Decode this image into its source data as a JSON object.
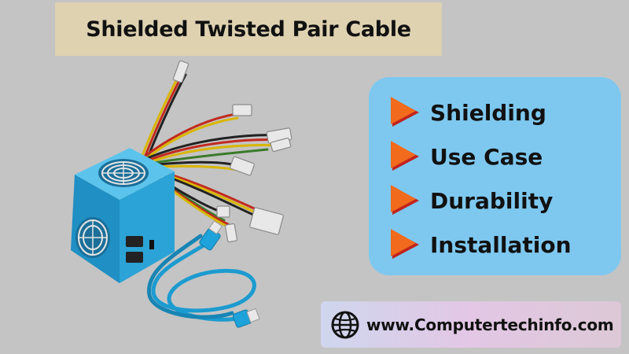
{
  "title": "Shielded Twisted Pair Cable",
  "features": [
    {
      "label": "Shielding",
      "icon": "play-arrow-icon"
    },
    {
      "label": "Use Case",
      "icon": "play-arrow-icon"
    },
    {
      "label": "Durability",
      "icon": "play-arrow-icon"
    },
    {
      "label": "Installation",
      "icon": "play-arrow-icon"
    }
  ],
  "website": {
    "icon": "globe-icon",
    "url": "www.Computertechinfo.com"
  },
  "colors": {
    "background": "#c4c4c4",
    "title_banner": "#ded2b1",
    "features_panel": "#7ec8ef",
    "bullet_orange": "#f26a1b",
    "bullet_red": "#c0231e",
    "psu_blue": "#2fa7d8",
    "cable_blue": "#1c9bd0"
  }
}
